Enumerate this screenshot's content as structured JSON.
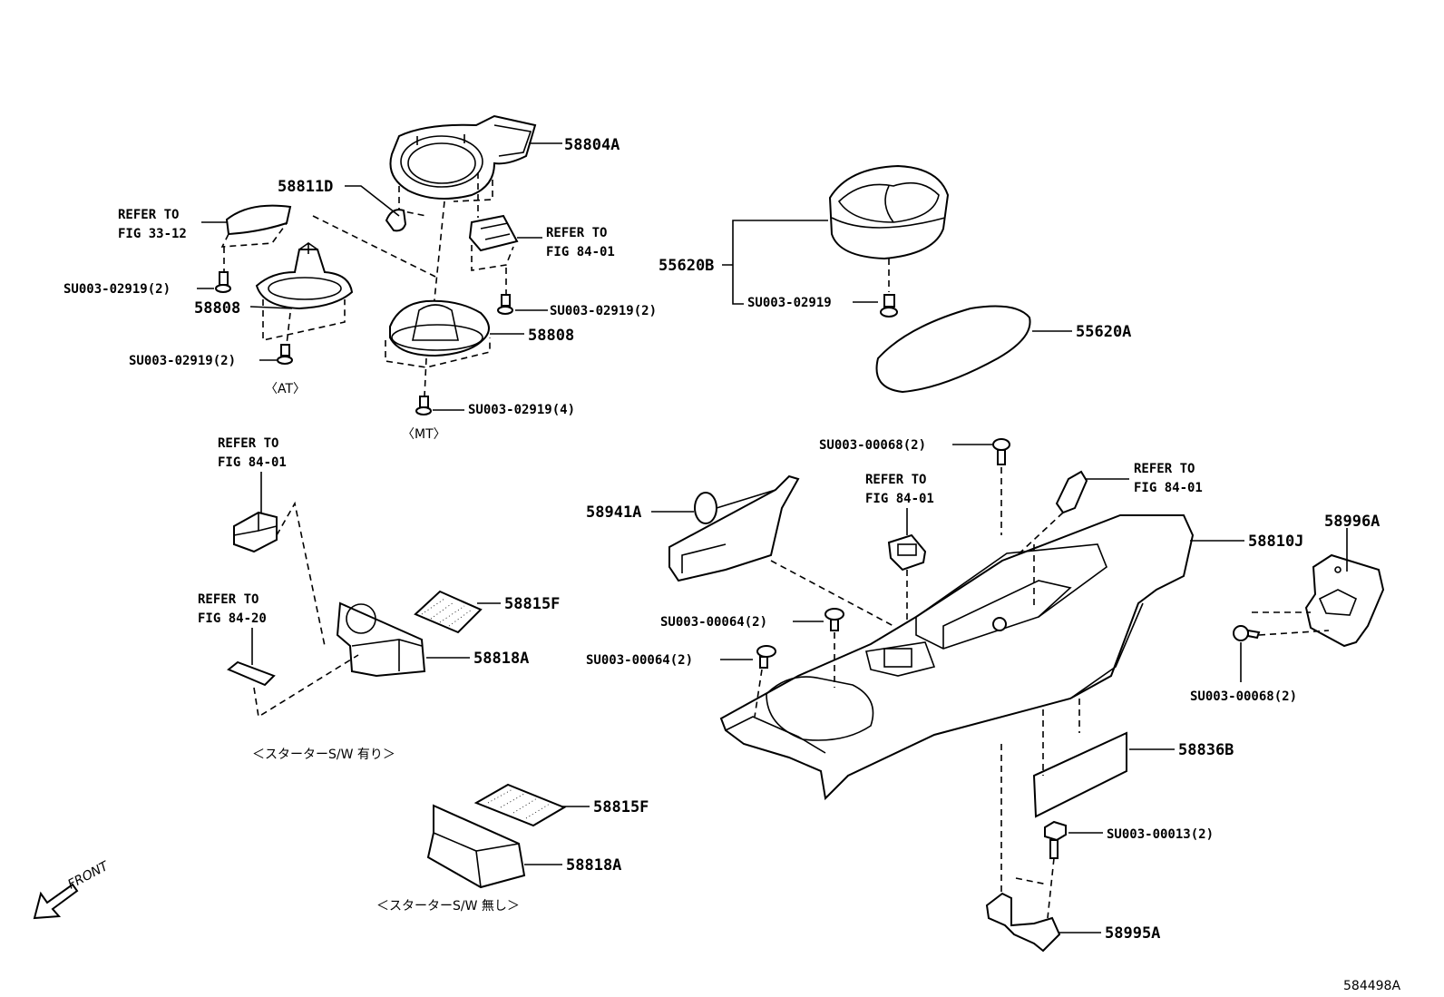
{
  "part_numbers": {
    "p58804A": "58804A",
    "p58811D": "58811D",
    "p58808_at": "58808",
    "p58808_mt": "58808",
    "p55620B": "55620B",
    "p55620A": "55620A",
    "p58941A": "58941A",
    "p58810J": "58810J",
    "p58996A": "58996A",
    "p58815F_top": "58815F",
    "p58818A_top": "58818A",
    "p58815F_bot": "58815F",
    "p58818A_bot": "58818A",
    "p58836B": "58836B",
    "p58995A": "58995A"
  },
  "fasteners": {
    "s_left_top": "SU003-02919(2)",
    "s_at": "SU003-02919(2)",
    "s_right_mid": "SU003-02919(2)",
    "s_mt": "SU003-02919(4)",
    "s_cup": "SU003-02919",
    "s_top_bolt": "SU003-00068(2)",
    "s_c1": "SU003-00064(2)",
    "s_c2": "SU003-00064(2)",
    "s_right_bolt": "SU003-00068(2)",
    "s_bottom_bolt": "SU003-00013(2)"
  },
  "references": {
    "r1": {
      "line1": "REFER TO",
      "line2": "FIG 33-12"
    },
    "r2": {
      "line1": "REFER TO",
      "line2": "FIG 84-01"
    },
    "r3": {
      "line1": "REFER TO",
      "line2": "FIG 84-01"
    },
    "r4": {
      "line1": "REFER TO",
      "line2": "FIG 84-20"
    },
    "r5": {
      "line1": "REFER TO",
      "line2": "FIG 84-01"
    },
    "r6": {
      "line1": "REFER TO",
      "line2": "FIG 84-01"
    }
  },
  "variants": {
    "at": "〈AT〉",
    "mt": "〈MT〉",
    "with_starter": "＜スターターS/W 有り＞",
    "without_starter": "＜スターターS/W 無し＞"
  },
  "front_label": "FRONT",
  "figure_code": "584498A"
}
